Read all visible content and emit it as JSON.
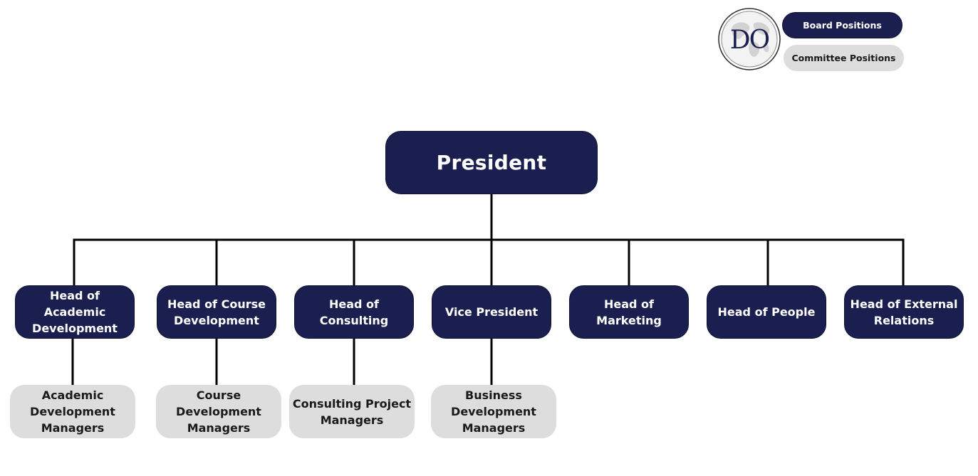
{
  "legend": {
    "board_label": "Board Positions",
    "committee_label": "Committee Positions"
  },
  "logo": {
    "text": "DO",
    "icon": "globe-icon"
  },
  "chart": {
    "root": "President",
    "heads": [
      "Head of Academic\nDevelopment",
      "Head of Course\nDevelopment",
      "Head of\nConsulting",
      "Vice President",
      "Head of Marketing",
      "Head of People",
      "Head of External\nRelations"
    ],
    "managers": [
      "Academic\nDevelopment\nManagers",
      "Course\nDevelopment\nManagers",
      "Consulting Project\nManagers",
      "Business\nDevelopment\nManagers"
    ]
  },
  "colors": {
    "board": "#1b1f4f",
    "committee": "#dddddd",
    "connector": "#000000"
  }
}
